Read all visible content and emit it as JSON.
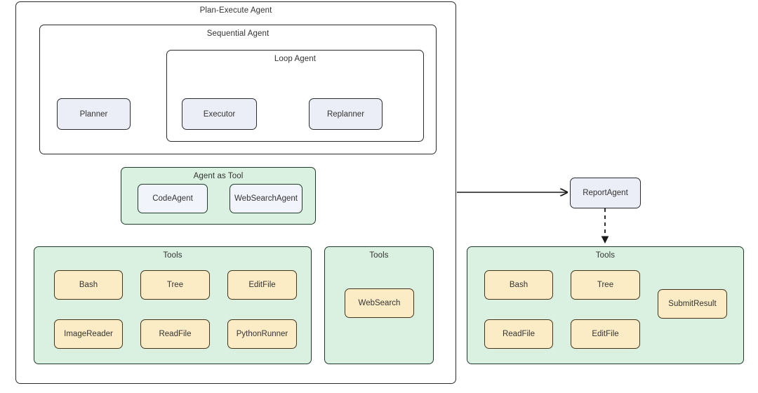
{
  "diagram": {
    "title": "Plan-Execute Agent",
    "groups": {
      "plan_execute": "Plan-Execute Agent",
      "sequential": "Sequential Agent",
      "loop": "Loop Agent",
      "agent_as_tool": "Agent as Tool",
      "tools_code": "Tools",
      "tools_websearch": "Tools",
      "tools_report": "Tools"
    },
    "nodes": {
      "planner": "Planner",
      "executor": "Executor",
      "replanner": "Replanner",
      "code_agent": "CodeAgent",
      "websearch_agent": "WebSearchAgent",
      "report_agent": "ReportAgent"
    },
    "tools_code_list": [
      "Bash",
      "Tree",
      "EditFile",
      "ImageReader",
      "ReadFile",
      "PythonRunner"
    ],
    "tools_websearch_list": [
      "WebSearch"
    ],
    "tools_report_list": [
      "Bash",
      "Tree",
      "ReadFile",
      "EditFile",
      "SubmitResult"
    ],
    "colors": {
      "background": "#ffffff",
      "stroke": "#2b2b2b",
      "group_green_fill": "#daf0e0",
      "group_green_stroke": "#1f3b2a",
      "agent_fill": "#eceef7",
      "tool_fill": "#fcecc6",
      "tool_stroke": "#46341a",
      "text": "#333333"
    }
  }
}
